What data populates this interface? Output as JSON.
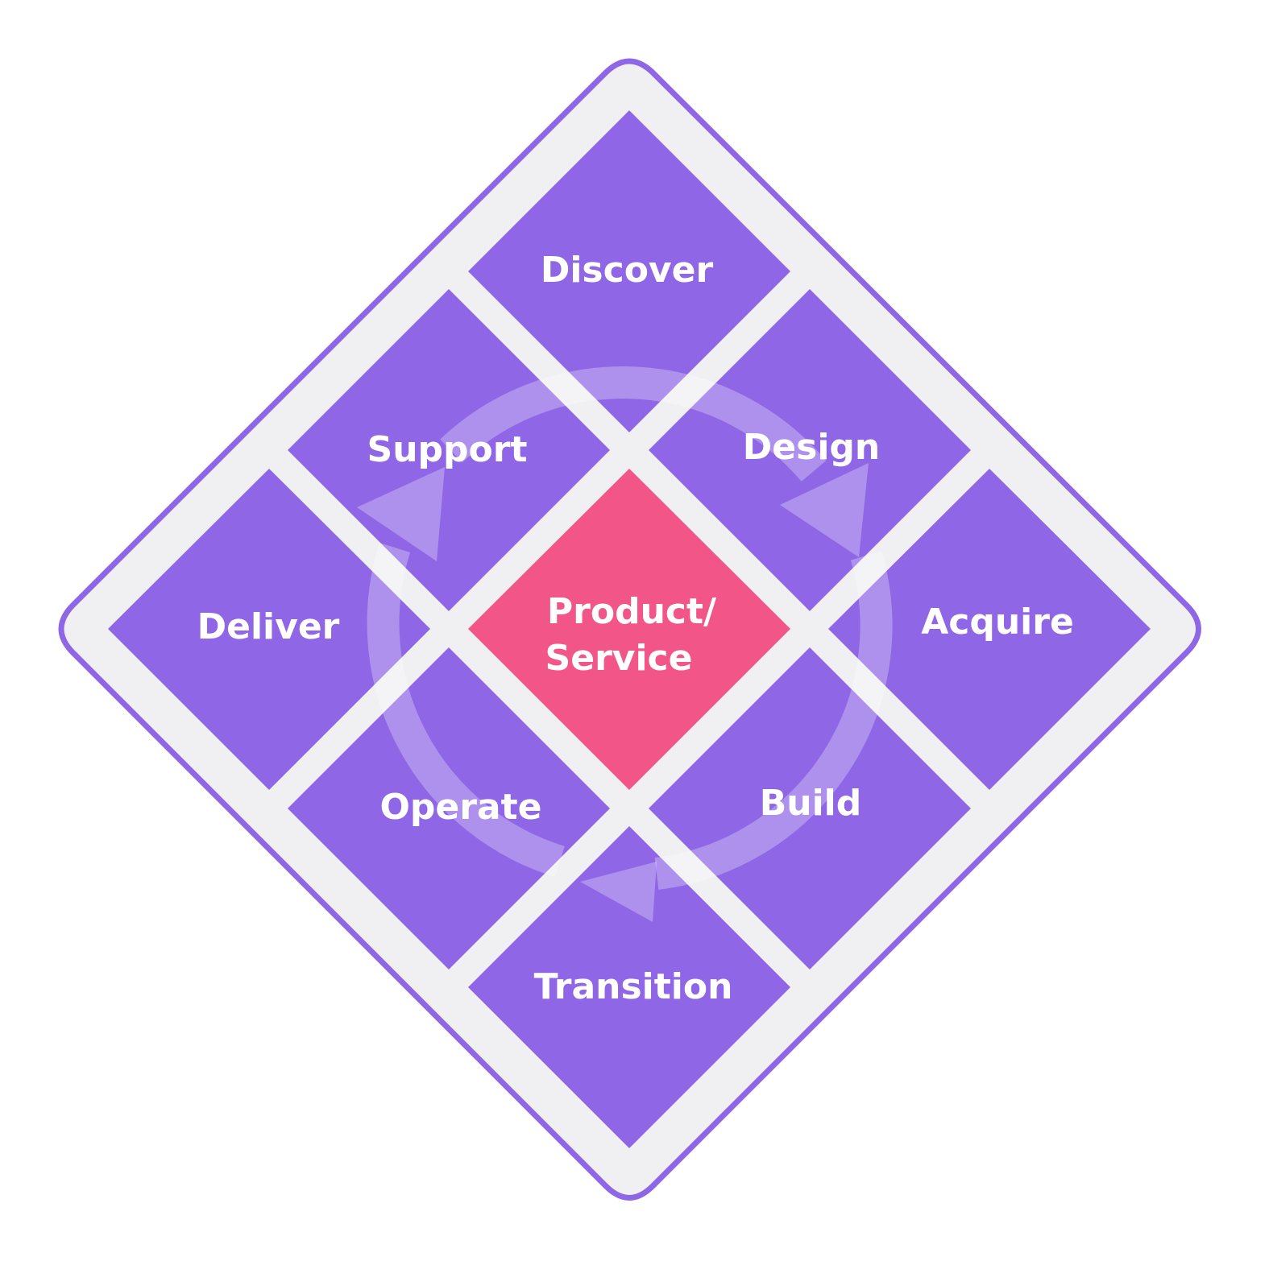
{
  "colors": {
    "background": "#ffffff",
    "frame_fill": "#f0f0f3",
    "frame_stroke": "#8f66e6",
    "cell": "#8f66e6",
    "center": "#f25587",
    "cycle_arrow": "#ffffff",
    "text": "#ffffff"
  },
  "cells": {
    "discover": "Discover",
    "support": "Support",
    "design": "Design",
    "deliver": "Deliver",
    "acquire": "Acquire",
    "operate": "Operate",
    "build": "Build",
    "transition": "Transition"
  },
  "center": {
    "line1": "Product/",
    "line2": "Service"
  },
  "cycle": {
    "icon": "circular-arrows-icon",
    "direction": "clockwise"
  }
}
